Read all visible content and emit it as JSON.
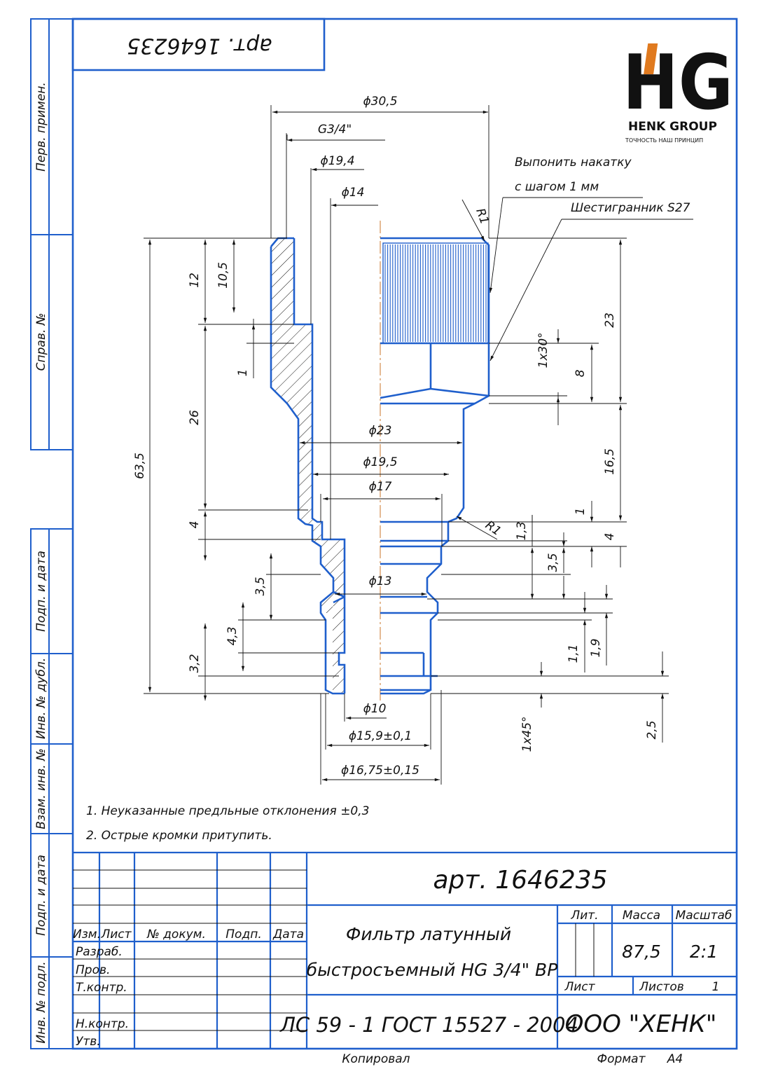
{
  "stamp": {
    "art_rotated": "арт. 1646235"
  },
  "logo": {
    "letters": "HG",
    "company": "HENK GROUP",
    "tagline": "ТОЧНОСТЬ НАШ ПРИНЦИП"
  },
  "side_labels": [
    "Перв. примен.",
    "Справ. №",
    "Подп. и дата",
    "Инв. № дубл.",
    "Взам. инв. №",
    "Подп. и дата",
    "Инв. № подл."
  ],
  "dims": {
    "d30_5": "ϕ30,5",
    "g3_4": "G3/4\"",
    "d19_4": "ϕ19,4",
    "d14": "ϕ14",
    "d23": "ϕ23",
    "d19_5": "ϕ19,5",
    "d17": "ϕ17",
    "d13": "ϕ13",
    "d10": "ϕ10",
    "d15_9": "ϕ15,9±0,1",
    "d16_75": "ϕ16,75±0,15",
    "r1a": "R1",
    "r1b": "R1",
    "v12": "12",
    "v10_5": "10,5",
    "v1a": "1",
    "v26": "26",
    "v63_5": "63,5",
    "v4a": "4",
    "v3_5a": "3,5",
    "v4_3": "4,3",
    "v3_2": "3,2",
    "v23": "23",
    "v1x30": "1х30°",
    "v8": "8",
    "v16_5": "16,5",
    "v1b": "1",
    "v1_3": "1,3",
    "v4b": "4",
    "v3_5b": "3,5",
    "v1_1": "1,1",
    "v1_9": "1,9",
    "v1x45": "1х45°",
    "v2_5": "2,5"
  },
  "notes_callouts": {
    "knurl1": "Выпонить накатку",
    "knurl2": "с шагом 1 мм",
    "hex": "Шестигранник S27"
  },
  "notes": [
    "1. Неуказанные предльные отклонения ±0,3",
    "2. Острые кромки притупить."
  ],
  "title_block": {
    "art": "арт. 1646235",
    "name1": "Фильтр латунный",
    "name2": "быстросъемный HG 3/4\" ВР",
    "material": "ЛС 59 - 1 ГОСТ 15527 - 2004",
    "company": "ООО \"ХЕНК\"",
    "lit": "Лит.",
    "mass_label": "Масса",
    "scale_label": "Масштаб",
    "mass": "87,5",
    "scale": "2:1",
    "sheet_label": "Лист",
    "sheets_label": "Листов",
    "sheets": "1",
    "col_izm": "Изм.",
    "col_list": "Лист",
    "col_doc": "№ докум.",
    "col_podp": "Подп.",
    "col_data": "Дата",
    "razrab": "Разраб.",
    "prov": "Пров.",
    "tkontr": "Т.контр.",
    "nkontr": "Н.контр.",
    "utv": "Утв."
  },
  "footer": {
    "copied": "Копировал",
    "format_label": "Формат",
    "format": "А4"
  },
  "colors": {
    "line": "#1f5fcc",
    "logo_blue": "#1b4f8c",
    "logo_orange": "#e07a1f",
    "ink": "#111111"
  }
}
